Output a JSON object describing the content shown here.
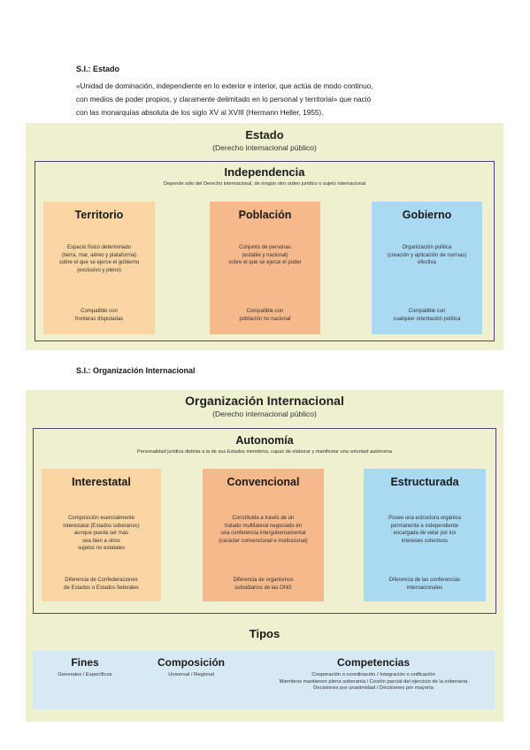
{
  "intro": {
    "heading": "S.I.: Estado",
    "quote_lines": [
      "«Unidad de dominación, independiente en lo exterior e interior, que actúa de modo continuo,",
      "con medios de poder propios, y claramente delimitado en lo personal y territorial» que nació",
      "con las monarquías absoluta de los siglo XV al XVIII (Hermann Heller, 1955)."
    ]
  },
  "estado": {
    "title": "Estado",
    "subtitle": "(Derecho internacional público)",
    "frame_title": "Independencia",
    "frame_subtitle": "Depende sólo del Derecho internacional, de ningún otro orden jurídico o sujeto internacional",
    "cards": [
      {
        "title": "Territorio",
        "text": [
          "Espacio físico determinado",
          "(tierra, mar, aéreo y plataforma)",
          "sobre el que se ejerce el gobierno",
          "(exclusivo y pleno)"
        ],
        "note": [
          "Compatible con",
          "fronteras disputadas"
        ]
      },
      {
        "title": "Población",
        "text": [
          "Conjunto de personas",
          "(estable y nacional)",
          "sobre el que se ejerce el poder"
        ],
        "note": [
          "Compatible con",
          "población no nacional"
        ]
      },
      {
        "title": "Gobierno",
        "text": [
          "Organización política",
          "(creación y aplicación de normas)",
          "efectiva"
        ],
        "note": [
          "Compatible con",
          "cualquier orientación política"
        ]
      }
    ]
  },
  "oi_heading": "S.I.: Organización Internacional",
  "oi": {
    "title": "Organización Internacional",
    "subtitle": "(Derecho internacional público)",
    "frame_title": "Autonomía",
    "frame_subtitle": "Personalidad jurídica distinta a la de sus Estados miembros, capaz de elaborar y manifestar una voluntad autónoma",
    "cards": [
      {
        "title": "Interestatal",
        "text": [
          "Composición esencialmente",
          "interestatal (Estados soberanos)",
          "aunque pueda ser más",
          "sea bien a otros",
          "sujetos no estatales"
        ],
        "note": [
          "Diferencia de Confederaciones",
          "de Estados o Estados federales"
        ]
      },
      {
        "title": "Convencional",
        "text": [
          "Constituida a través de un",
          "tratado multilateral negociado en",
          "una conferencia intergubernamental",
          "(carácter convencional e institucional)"
        ],
        "note": [
          "Diferencia de organismos",
          "subsidiarios de las ONG"
        ]
      },
      {
        "title": "Estructurada",
        "text": [
          "Posee una estructura orgánica",
          "permanente e independiente",
          "encargada de velar por los",
          "intereses colectivos"
        ],
        "note": [
          "Diferencia de las conferencias",
          "internacionales"
        ]
      }
    ],
    "tipos_title": "Tipos",
    "tipos": [
      {
        "title": "Fines",
        "lines": [
          "Generales / Específicos"
        ]
      },
      {
        "title": "Composición",
        "lines": [
          "Universal / Regional"
        ]
      },
      {
        "title": "Competencias",
        "lines": [
          "Cooperación o coordinación / Integración o unificación",
          "Miembros mantienen plena soberanía / Cesión parcial del ejercicio de la soberanía",
          "Decisiones por unanimidad / Decisiones por mayoría"
        ]
      }
    ]
  }
}
